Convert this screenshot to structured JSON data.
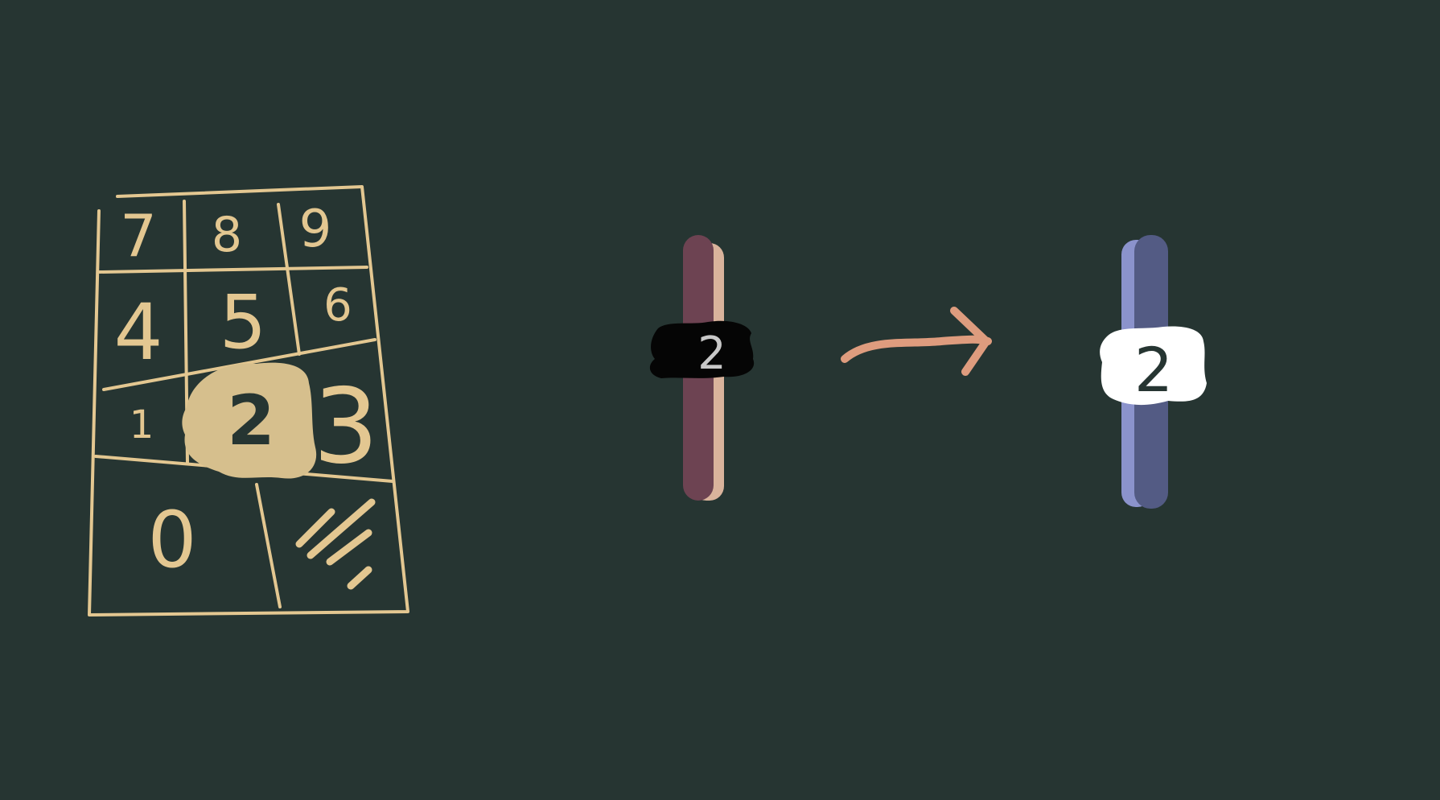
{
  "keypad": {
    "keys": [
      {
        "id": "key-7",
        "label": "7"
      },
      {
        "id": "key-8",
        "label": "8"
      },
      {
        "id": "key-9",
        "label": "9"
      },
      {
        "id": "key-4",
        "label": "4"
      },
      {
        "id": "key-5",
        "label": "5"
      },
      {
        "id": "key-6",
        "label": "6"
      },
      {
        "id": "key-1",
        "label": "1"
      },
      {
        "id": "key-2",
        "label": "2",
        "pressed": true
      },
      {
        "id": "key-3",
        "label": "3"
      },
      {
        "id": "key-0",
        "label": "0"
      }
    ],
    "line_color": "#e3c791",
    "pressed_fill": "#d6bf8d",
    "pressed_text_color": "#263532"
  },
  "before_stick": {
    "label": "2",
    "stick_color": "#6d4352",
    "stick_shadow_color": "#d9b39c",
    "tag_color": "#050505",
    "tag_text_color": "#c8c8c8"
  },
  "arrow": {
    "color": "#de9c7e"
  },
  "after_stick": {
    "label": "2",
    "stick_color": "#535b84",
    "stick_shadow_color": "#8b93cc",
    "tag_color": "#ffffff",
    "tag_text_color": "#263532"
  },
  "colors": {
    "background": "#263532"
  }
}
